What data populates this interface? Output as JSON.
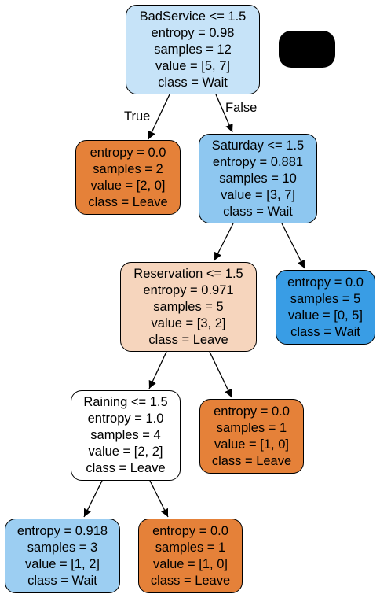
{
  "tree": {
    "nodes": [
      {
        "id": "root",
        "lines": [
          "BadService <= 1.5",
          "entropy = 0.98",
          "samples = 12",
          "value = [5, 7]",
          "class = Wait"
        ],
        "fill": "#c6e3f8"
      },
      {
        "id": "n1",
        "lines": [
          "entropy = 0.0",
          "samples = 2",
          "value = [2, 0]",
          "class = Leave"
        ],
        "fill": "#e58139"
      },
      {
        "id": "n2",
        "lines": [
          "Saturday <= 1.5",
          "entropy = 0.881",
          "samples = 10",
          "value = [3, 7]",
          "class = Wait"
        ],
        "fill": "#8ec7f0"
      },
      {
        "id": "n3",
        "lines": [
          "Reservation <= 1.5",
          "entropy = 0.971",
          "samples = 5",
          "value = [3, 2]",
          "class = Leave"
        ],
        "fill": "#f6d5bd"
      },
      {
        "id": "n4",
        "lines": [
          "entropy = 0.0",
          "samples = 5",
          "value = [0, 5]",
          "class = Wait"
        ],
        "fill": "#399de5"
      },
      {
        "id": "n5",
        "lines": [
          "Raining <= 1.5",
          "entropy = 1.0",
          "samples = 4",
          "value = [2, 2]",
          "class = Leave"
        ],
        "fill": "#ffffff"
      },
      {
        "id": "n6",
        "lines": [
          "entropy = 0.0",
          "samples = 1",
          "value = [1, 0]",
          "class = Leave"
        ],
        "fill": "#e58139"
      },
      {
        "id": "n7",
        "lines": [
          "entropy = 0.918",
          "samples = 3",
          "value = [1, 2]",
          "class = Wait"
        ],
        "fill": "#9ccef2"
      },
      {
        "id": "n8",
        "lines": [
          "entropy = 0.0",
          "samples = 1",
          "value = [1, 0]",
          "class = Leave"
        ],
        "fill": "#e58139"
      }
    ],
    "edges": [
      {
        "from": "root",
        "to": "n1"
      },
      {
        "from": "root",
        "to": "n2"
      },
      {
        "from": "n2",
        "to": "n3"
      },
      {
        "from": "n2",
        "to": "n4"
      },
      {
        "from": "n3",
        "to": "n5"
      },
      {
        "from": "n3",
        "to": "n6"
      },
      {
        "from": "n5",
        "to": "n7"
      },
      {
        "from": "n5",
        "to": "n8"
      }
    ],
    "true_label": "True",
    "false_label": "False"
  }
}
